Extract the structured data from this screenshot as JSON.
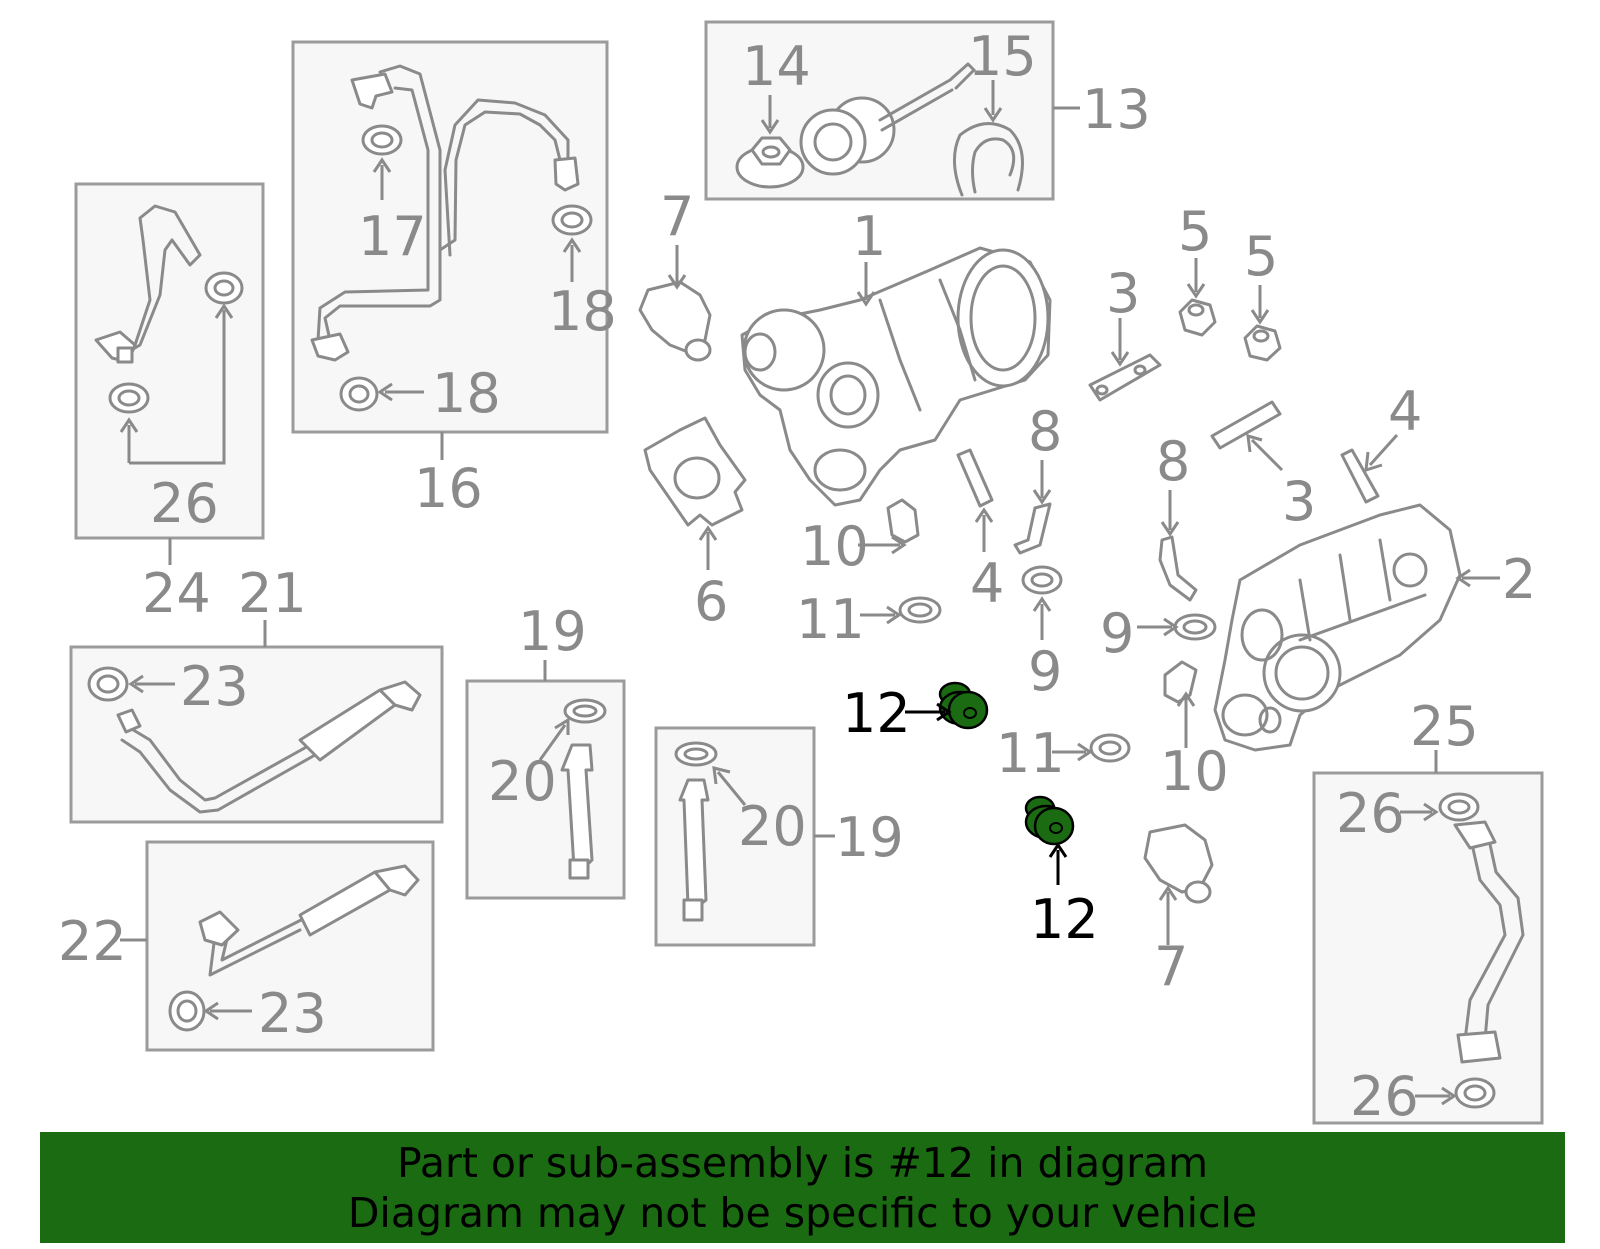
{
  "diagram": {
    "highlight_color": "#1a6b12",
    "callouts": {
      "c1": "1",
      "c2": "2",
      "c3a": "3",
      "c3b": "3",
      "c4a": "4",
      "c4b": "4",
      "c5a": "5",
      "c5b": "5",
      "c6": "6",
      "c7a": "7",
      "c7b": "7",
      "c8a": "8",
      "c8b": "8",
      "c9a": "9",
      "c9b": "9",
      "c10a": "10",
      "c10b": "10",
      "c11a": "11",
      "c11b": "11",
      "c12a": "12",
      "c12b": "12",
      "c13": "13",
      "c14": "14",
      "c15": "15",
      "c16": "16",
      "c17": "17",
      "c18a": "18",
      "c18b": "18",
      "c19a": "19",
      "c19b": "19",
      "c20a": "20",
      "c20b": "20",
      "c21": "21",
      "c22": "22",
      "c23a": "23",
      "c23b": "23",
      "c24": "24",
      "c25": "25",
      "c26a": "26",
      "c26b": "26",
      "c26c": "26"
    }
  },
  "banner": {
    "line1": "Part or sub-assembly is #12 in diagram",
    "line2": "Diagram may not be specific to your vehicle",
    "background": "#1a6b12"
  }
}
